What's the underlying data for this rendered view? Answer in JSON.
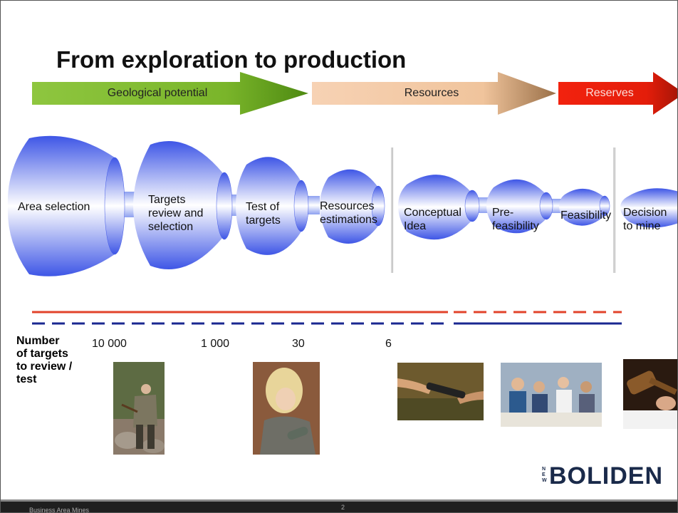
{
  "title": "From exploration to production",
  "phases": [
    {
      "label": "Geological potential",
      "color": "#6aa61a"
    },
    {
      "label": "Resources",
      "color": "#f2c39a"
    },
    {
      "label": "Reserves",
      "color": "#e5200b"
    }
  ],
  "stages": [
    {
      "line1": "Area selection",
      "line2": "",
      "line3": ""
    },
    {
      "line1": "Targets",
      "line2": "review and",
      "line3": "selection"
    },
    {
      "line1": "Test of",
      "line2": "targets",
      "line3": ""
    },
    {
      "line1": "Resources",
      "line2": "estimations",
      "line3": ""
    },
    {
      "line1": "Conceptual",
      "line2": "Idea",
      "line3": ""
    },
    {
      "line1": "Pre-",
      "line2": "feasibility",
      "line3": ""
    },
    {
      "line1": "Feasibility",
      "line2": "",
      "line3": ""
    },
    {
      "line1": "Decision",
      "line2": "to mine",
      "line3": ""
    }
  ],
  "count_heading": {
    "line1": "Number",
    "line2": "of targets",
    "line3": "to review /",
    "line4": "test"
  },
  "counts": [
    "10 000",
    "1 000",
    "30",
    "6"
  ],
  "photos": [
    "geologist-with-hammer",
    "woman-examining-core",
    "hands-with-instrument",
    "team-meeting",
    "gavel"
  ],
  "colors": {
    "funnel": "#4a62e8",
    "line_red": "#e2432a",
    "line_blue": "#1a2790"
  },
  "logo": {
    "new": "N E W",
    "name": "BOLIDEN"
  },
  "footer": {
    "left": "Business Area Mines",
    "page": "2"
  }
}
